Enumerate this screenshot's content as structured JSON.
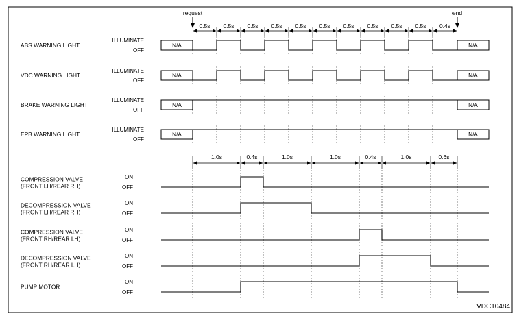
{
  "markers": {
    "start": "request",
    "end": "end"
  },
  "figure_code": "VDC10484",
  "na_label": "N/A",
  "top_durations": [
    "0.5s",
    "0.5s",
    "0.5s",
    "0.5s",
    "0.5s",
    "0.5s",
    "0.5s",
    "0.5s",
    "0.5s",
    "0.5s",
    "0.4s"
  ],
  "bottom_durations": [
    "1.0s",
    "0.4s",
    "1.0s",
    "1.0s",
    "0.4s",
    "1.0s",
    "0.6s"
  ],
  "warning_signals": [
    {
      "label": "ABS WARNING LIGHT",
      "high": "ILLUMINATE",
      "low": "OFF",
      "pattern": "blink"
    },
    {
      "label": "VDC WARNING LIGHT",
      "high": "ILLUMINATE",
      "low": "OFF",
      "pattern": "blink"
    },
    {
      "label": "BRAKE WARNING LIGHT",
      "high": "ILLUMINATE",
      "low": "OFF",
      "pattern": "on"
    },
    {
      "label": "EPB WARNING LIGHT",
      "high": "ILLUMINATE",
      "low": "OFF",
      "pattern": "on"
    }
  ],
  "valve_signals": [
    {
      "label_lines": [
        "COMPRESSION VALVE",
        "(FRONT LH/REAR RH)"
      ],
      "high": "ON",
      "low": "OFF",
      "on_from_segment": 1,
      "on_to_segment": 2
    },
    {
      "label_lines": [
        "DECOMPRESSION VALVE",
        "(FRONT LH/REAR RH)"
      ],
      "high": "ON",
      "low": "OFF",
      "on_from_segment": 1,
      "on_to_segment": 3
    },
    {
      "label_lines": [
        "COMPRESSION VALVE",
        "(FRONT RH/REAR LH)"
      ],
      "high": "ON",
      "low": "OFF",
      "on_from_segment": 4,
      "on_to_segment": 5
    },
    {
      "label_lines": [
        "DECOMPRESSION VALVE",
        "(FRONT RH/REAR LH)"
      ],
      "high": "ON",
      "low": "OFF",
      "on_from_segment": 4,
      "on_to_segment": 6
    },
    {
      "label_lines": [
        "PUMP MOTOR"
      ],
      "high": "ON",
      "low": "OFF",
      "on_from_segment": 1,
      "on_to_segment": 7
    }
  ]
}
